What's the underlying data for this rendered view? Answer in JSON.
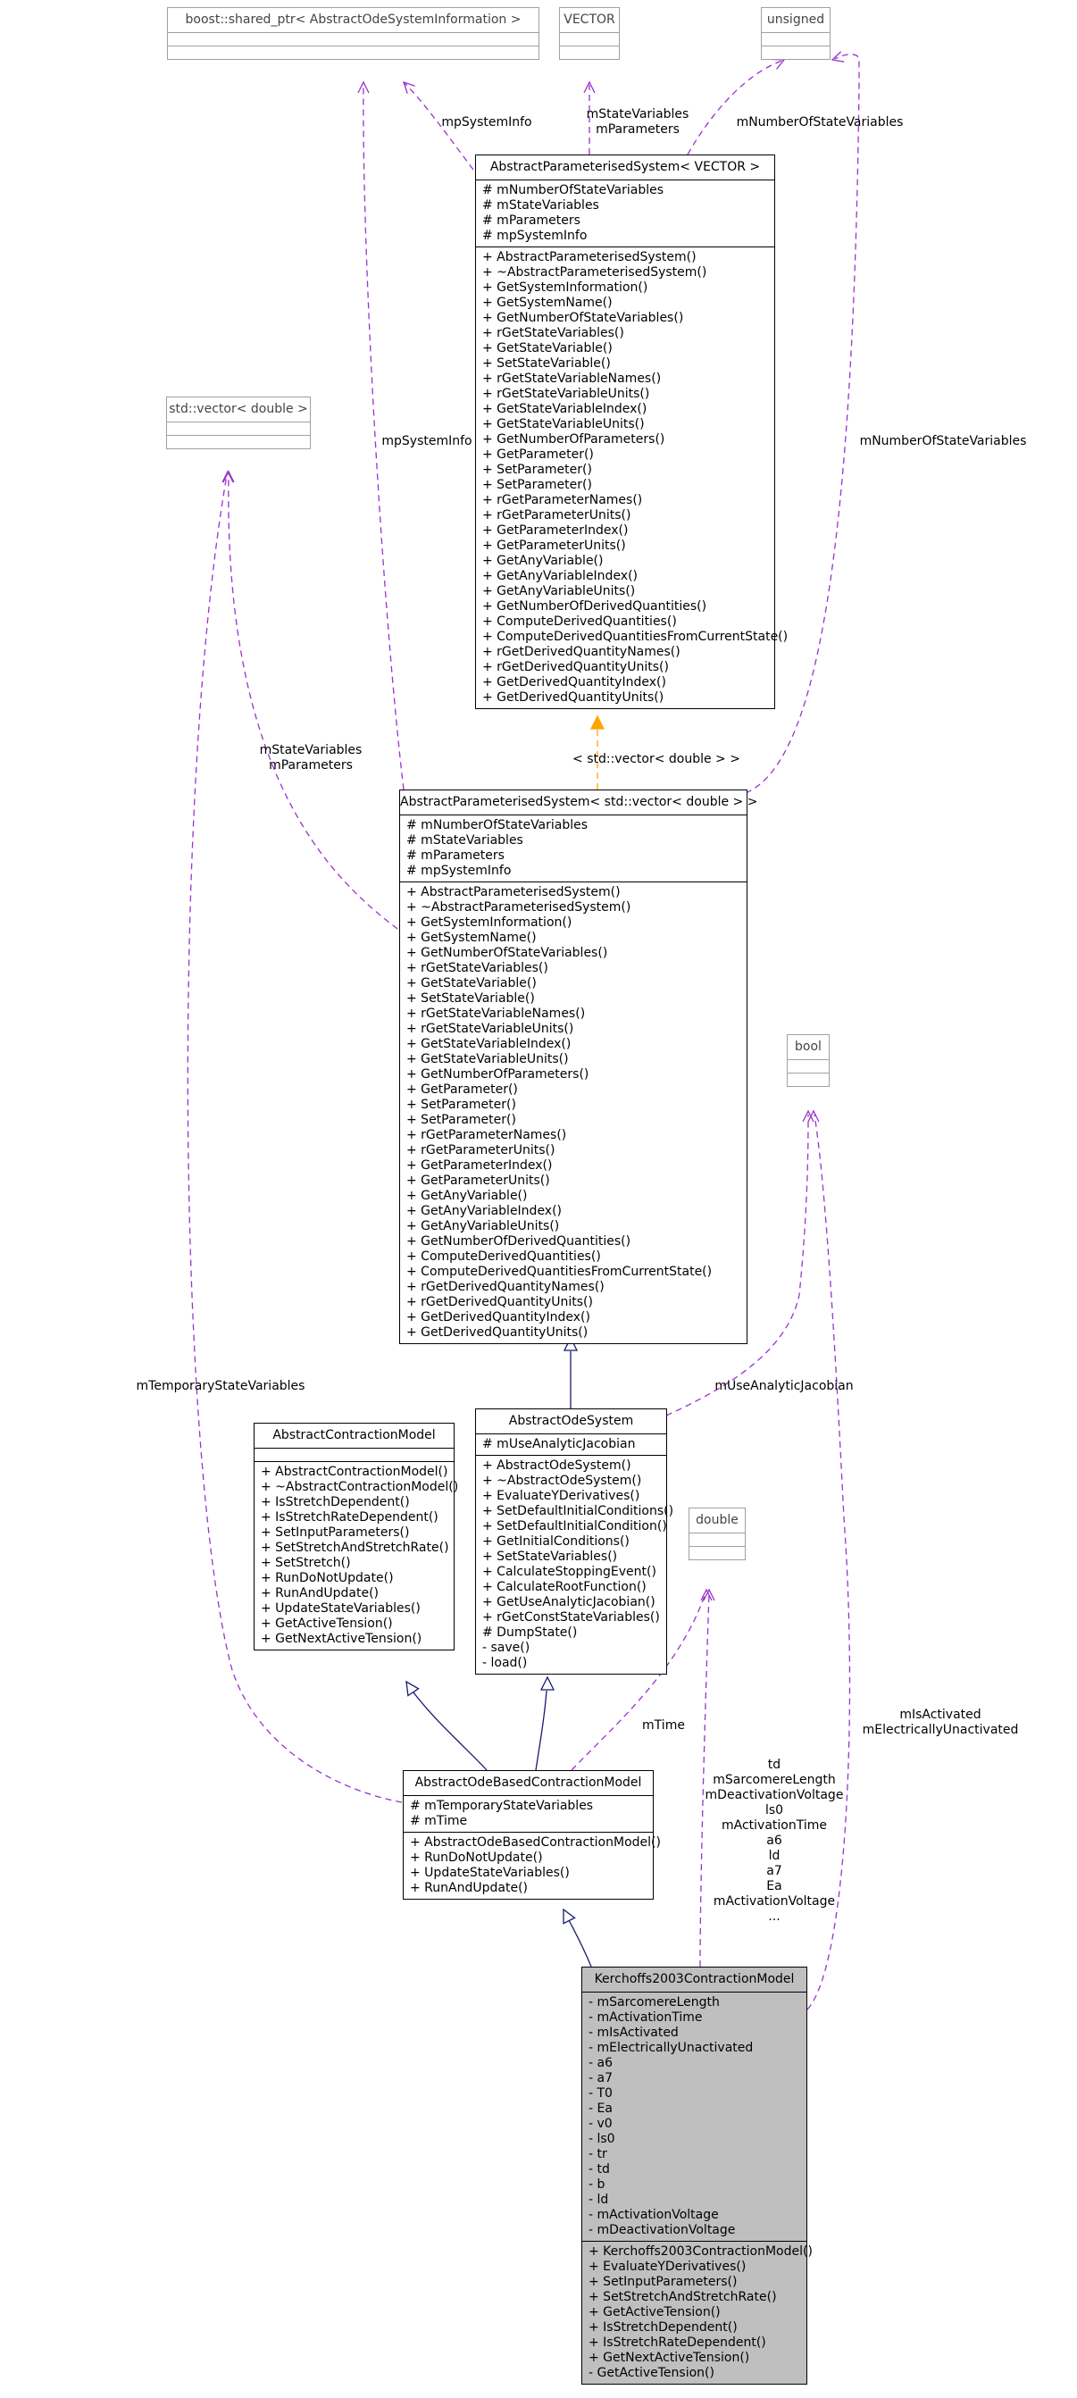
{
  "classes": [
    {
      "id": "shared_ptr",
      "title": "boost::shared_ptr< AbstractOdeSystemInformation >",
      "style": "grey",
      "sections": [
        [],
        []
      ]
    },
    {
      "id": "VECTOR",
      "title": "VECTOR",
      "style": "grey",
      "sections": [
        [],
        []
      ]
    },
    {
      "id": "unsigned",
      "title": "unsigned",
      "style": "grey",
      "sections": [
        [],
        []
      ]
    },
    {
      "id": "APS_VECTOR",
      "title": "AbstractParameterisedSystem< VECTOR >",
      "style": "normal",
      "sections": [
        [
          "# mNumberOfStateVariables",
          "# mStateVariables",
          "# mParameters",
          "# mpSystemInfo"
        ],
        [
          "+ AbstractParameterisedSystem()",
          "+ ~AbstractParameterisedSystem()",
          "+ GetSystemInformation()",
          "+ GetSystemName()",
          "+ GetNumberOfStateVariables()",
          "+ rGetStateVariables()",
          "+ GetStateVariable()",
          "+ SetStateVariable()",
          "+ rGetStateVariableNames()",
          "+ rGetStateVariableUnits()",
          "+ GetStateVariableIndex()",
          "+ GetStateVariableUnits()",
          "+ GetNumberOfParameters()",
          "+ GetParameter()",
          "+ SetParameter()",
          "+ SetParameter()",
          "+ rGetParameterNames()",
          "+ rGetParameterUnits()",
          "+ GetParameterIndex()",
          "+ GetParameterUnits()",
          "+ GetAnyVariable()",
          "+ GetAnyVariableIndex()",
          "+ GetAnyVariableUnits()",
          "+ GetNumberOfDerivedQuantities()",
          "+ ComputeDerivedQuantities()",
          "+ ComputeDerivedQuantitiesFromCurrentState()",
          "+ rGetDerivedQuantityNames()",
          "+ rGetDerivedQuantityUnits()",
          "+ GetDerivedQuantityIndex()",
          "+ GetDerivedQuantityUnits()"
        ]
      ]
    },
    {
      "id": "stdvector",
      "title": "std::vector< double >",
      "style": "grey",
      "sections": [
        [],
        []
      ]
    },
    {
      "id": "APS_std",
      "title": "AbstractParameterisedSystem< std::vector< double > >",
      "style": "normal",
      "sections": [
        [
          "# mNumberOfStateVariables",
          "# mStateVariables",
          "# mParameters",
          "# mpSystemInfo"
        ],
        [
          "+ AbstractParameterisedSystem()",
          "+ ~AbstractParameterisedSystem()",
          "+ GetSystemInformation()",
          "+ GetSystemName()",
          "+ GetNumberOfStateVariables()",
          "+ rGetStateVariables()",
          "+ GetStateVariable()",
          "+ SetStateVariable()",
          "+ rGetStateVariableNames()",
          "+ rGetStateVariableUnits()",
          "+ GetStateVariableIndex()",
          "+ GetStateVariableUnits()",
          "+ GetNumberOfParameters()",
          "+ GetParameter()",
          "+ SetParameter()",
          "+ SetParameter()",
          "+ rGetParameterNames()",
          "+ rGetParameterUnits()",
          "+ GetParameterIndex()",
          "+ GetParameterUnits()",
          "+ GetAnyVariable()",
          "+ GetAnyVariableIndex()",
          "+ GetAnyVariableUnits()",
          "+ GetNumberOfDerivedQuantities()",
          "+ ComputeDerivedQuantities()",
          "+ ComputeDerivedQuantitiesFromCurrentState()",
          "+ rGetDerivedQuantityNames()",
          "+ rGetDerivedQuantityUnits()",
          "+ GetDerivedQuantityIndex()",
          "+ GetDerivedQuantityUnits()"
        ]
      ]
    },
    {
      "id": "bool",
      "title": "bool",
      "style": "grey",
      "sections": [
        [],
        []
      ]
    },
    {
      "id": "AbstractContractionModel",
      "title": "AbstractContractionModel",
      "style": "normal",
      "sections": [
        [],
        [
          "+ AbstractContractionModel()",
          "+ ~AbstractContractionModel()",
          "+ IsStretchDependent()",
          "+ IsStretchRateDependent()",
          "+ SetInputParameters()",
          "+ SetStretchAndStretchRate()",
          "+ SetStretch()",
          "+ RunDoNotUpdate()",
          "+ RunAndUpdate()",
          "+ UpdateStateVariables()",
          "+ GetActiveTension()",
          "+ GetNextActiveTension()"
        ]
      ]
    },
    {
      "id": "AbstractOdeSystem",
      "title": "AbstractOdeSystem",
      "style": "normal",
      "sections": [
        [
          "# mUseAnalyticJacobian"
        ],
        [
          "+ AbstractOdeSystem()",
          "+ ~AbstractOdeSystem()",
          "+ EvaluateYDerivatives()",
          "+ SetDefaultInitialConditions()",
          "+ SetDefaultInitialCondition()",
          "+ GetInitialConditions()",
          "+ SetStateVariables()",
          "+ CalculateStoppingEvent()",
          "+ CalculateRootFunction()",
          "+ GetUseAnalyticJacobian()",
          "+ rGetConstStateVariables()",
          "# DumpState()",
          "- save()",
          "- load()"
        ]
      ]
    },
    {
      "id": "double",
      "title": "double",
      "style": "grey",
      "sections": [
        [],
        []
      ]
    },
    {
      "id": "AbstractOdeBasedContractionModel",
      "title": "AbstractOdeBasedContractionModel",
      "style": "normal",
      "sections": [
        [
          "# mTemporaryStateVariables",
          "# mTime"
        ],
        [
          "+ AbstractOdeBasedContractionModel()",
          "+ RunDoNotUpdate()",
          "+ UpdateStateVariables()",
          "+ RunAndUpdate()"
        ]
      ]
    },
    {
      "id": "Kerchoffs",
      "title": "Kerchoffs2003ContractionModel",
      "style": "highlight",
      "sections": [
        [
          "- mSarcomereLength",
          "- mActivationTime",
          "- mIsActivated",
          "- mElectricallyUnactivated",
          "- a6",
          "- a7",
          "- T0",
          "- Ea",
          "- v0",
          "- ls0",
          "- tr",
          "- td",
          "- b",
          "- ld",
          "- mActivationVoltage",
          "- mDeactivationVoltage"
        ],
        [
          "+ Kerchoffs2003ContractionModel()",
          "+ EvaluateYDerivatives()",
          "+ SetInputParameters()",
          "+ SetStretchAndStretchRate()",
          "+ GetActiveTension()",
          "+ IsStretchDependent()",
          "+ IsStretchRateDependent()",
          "+ GetNextActiveTension()",
          "- GetActiveTension()"
        ]
      ]
    }
  ],
  "edge_labels": [
    {
      "id": "lbl_mpSystemInfo_1",
      "lines": [
        "mpSystemInfo"
      ]
    },
    {
      "id": "lbl_mStateVariables_1",
      "lines": [
        "mStateVariables",
        "mParameters"
      ]
    },
    {
      "id": "lbl_mNumberOfStateVariables_1",
      "lines": [
        "mNumberOfStateVariables"
      ]
    },
    {
      "id": "lbl_mpSystemInfo_2",
      "lines": [
        "mpSystemInfo"
      ]
    },
    {
      "id": "lbl_mNumberOfStateVariables_2",
      "lines": [
        "mNumberOfStateVariables"
      ]
    },
    {
      "id": "lbl_template_arg",
      "lines": [
        "< std::vector< double > >"
      ]
    },
    {
      "id": "lbl_mStateVariables_2",
      "lines": [
        "mStateVariables",
        "mParameters"
      ]
    },
    {
      "id": "lbl_mTemporaryStateVariables",
      "lines": [
        "mTemporaryStateVariables"
      ]
    },
    {
      "id": "lbl_mUseAnalyticJacobian",
      "lines": [
        "mUseAnalyticJacobian"
      ]
    },
    {
      "id": "lbl_mTime",
      "lines": [
        "mTime"
      ]
    },
    {
      "id": "lbl_kerchoffs_doubles",
      "lines": [
        "td",
        "mSarcomereLength",
        "mDeactivationVoltage",
        "ls0",
        "mActivationTime",
        "a6",
        "ld",
        "a7",
        "Ea",
        "mActivationVoltage",
        "..."
      ]
    },
    {
      "id": "lbl_kerchoffs_bools",
      "lines": [
        "mIsActivated",
        "mElectricallyUnactivated"
      ]
    }
  ],
  "colors": {
    "usage_edge": "#9a32cd",
    "inheritance_edge": "#191970",
    "template_edge": "#ffa500",
    "grey_border": "#a0a0a0",
    "highlight_fill": "#bfbfbf"
  }
}
